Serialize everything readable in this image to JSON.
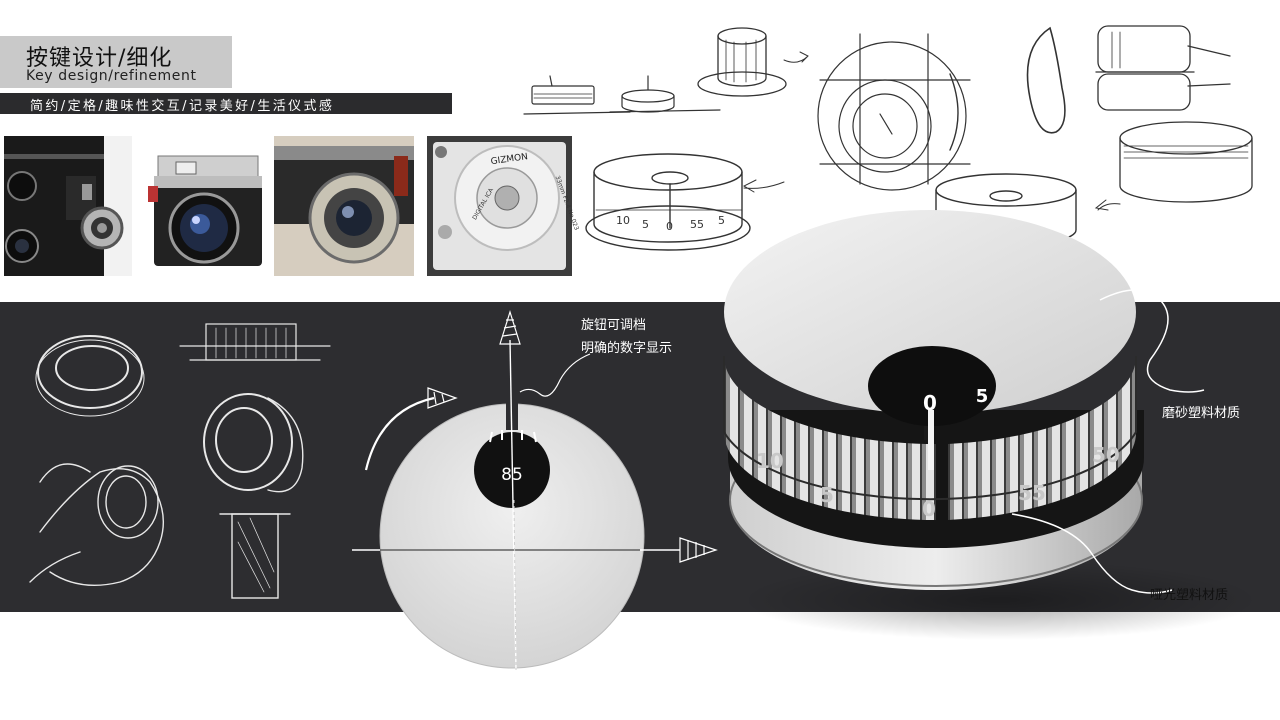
{
  "header": {
    "title_cn": "按键设计/细化",
    "title_en": "Key design/refinement",
    "slogan": "简约/定格/趣味性交互/记录美好/生活仪式感"
  },
  "callouts": {
    "knob_line1": "旋钮可调档",
    "knob_line2": "明确的数字显示",
    "frosted": "磨砂塑料材质",
    "matte": "哑光塑料材质"
  },
  "flat_dial": {
    "window_value": "85"
  },
  "render_dial": {
    "top_numbers": [
      "0",
      "5"
    ],
    "side_numbers": [
      "10",
      "5",
      "0",
      "55",
      "50"
    ]
  },
  "sketch_dial": {
    "numbers": [
      "10",
      "5",
      "0",
      "55",
      "5"
    ]
  },
  "photo_texts": {
    "lens_brand": "GIZMON",
    "lens_left": "DIGITAL ICA",
    "lens_right": "33mm F2.4 No.023"
  },
  "colors": {
    "dark_band": "#2d2d30",
    "title_box": "#c9c9c9",
    "disc_light": "#e6e6e6"
  }
}
